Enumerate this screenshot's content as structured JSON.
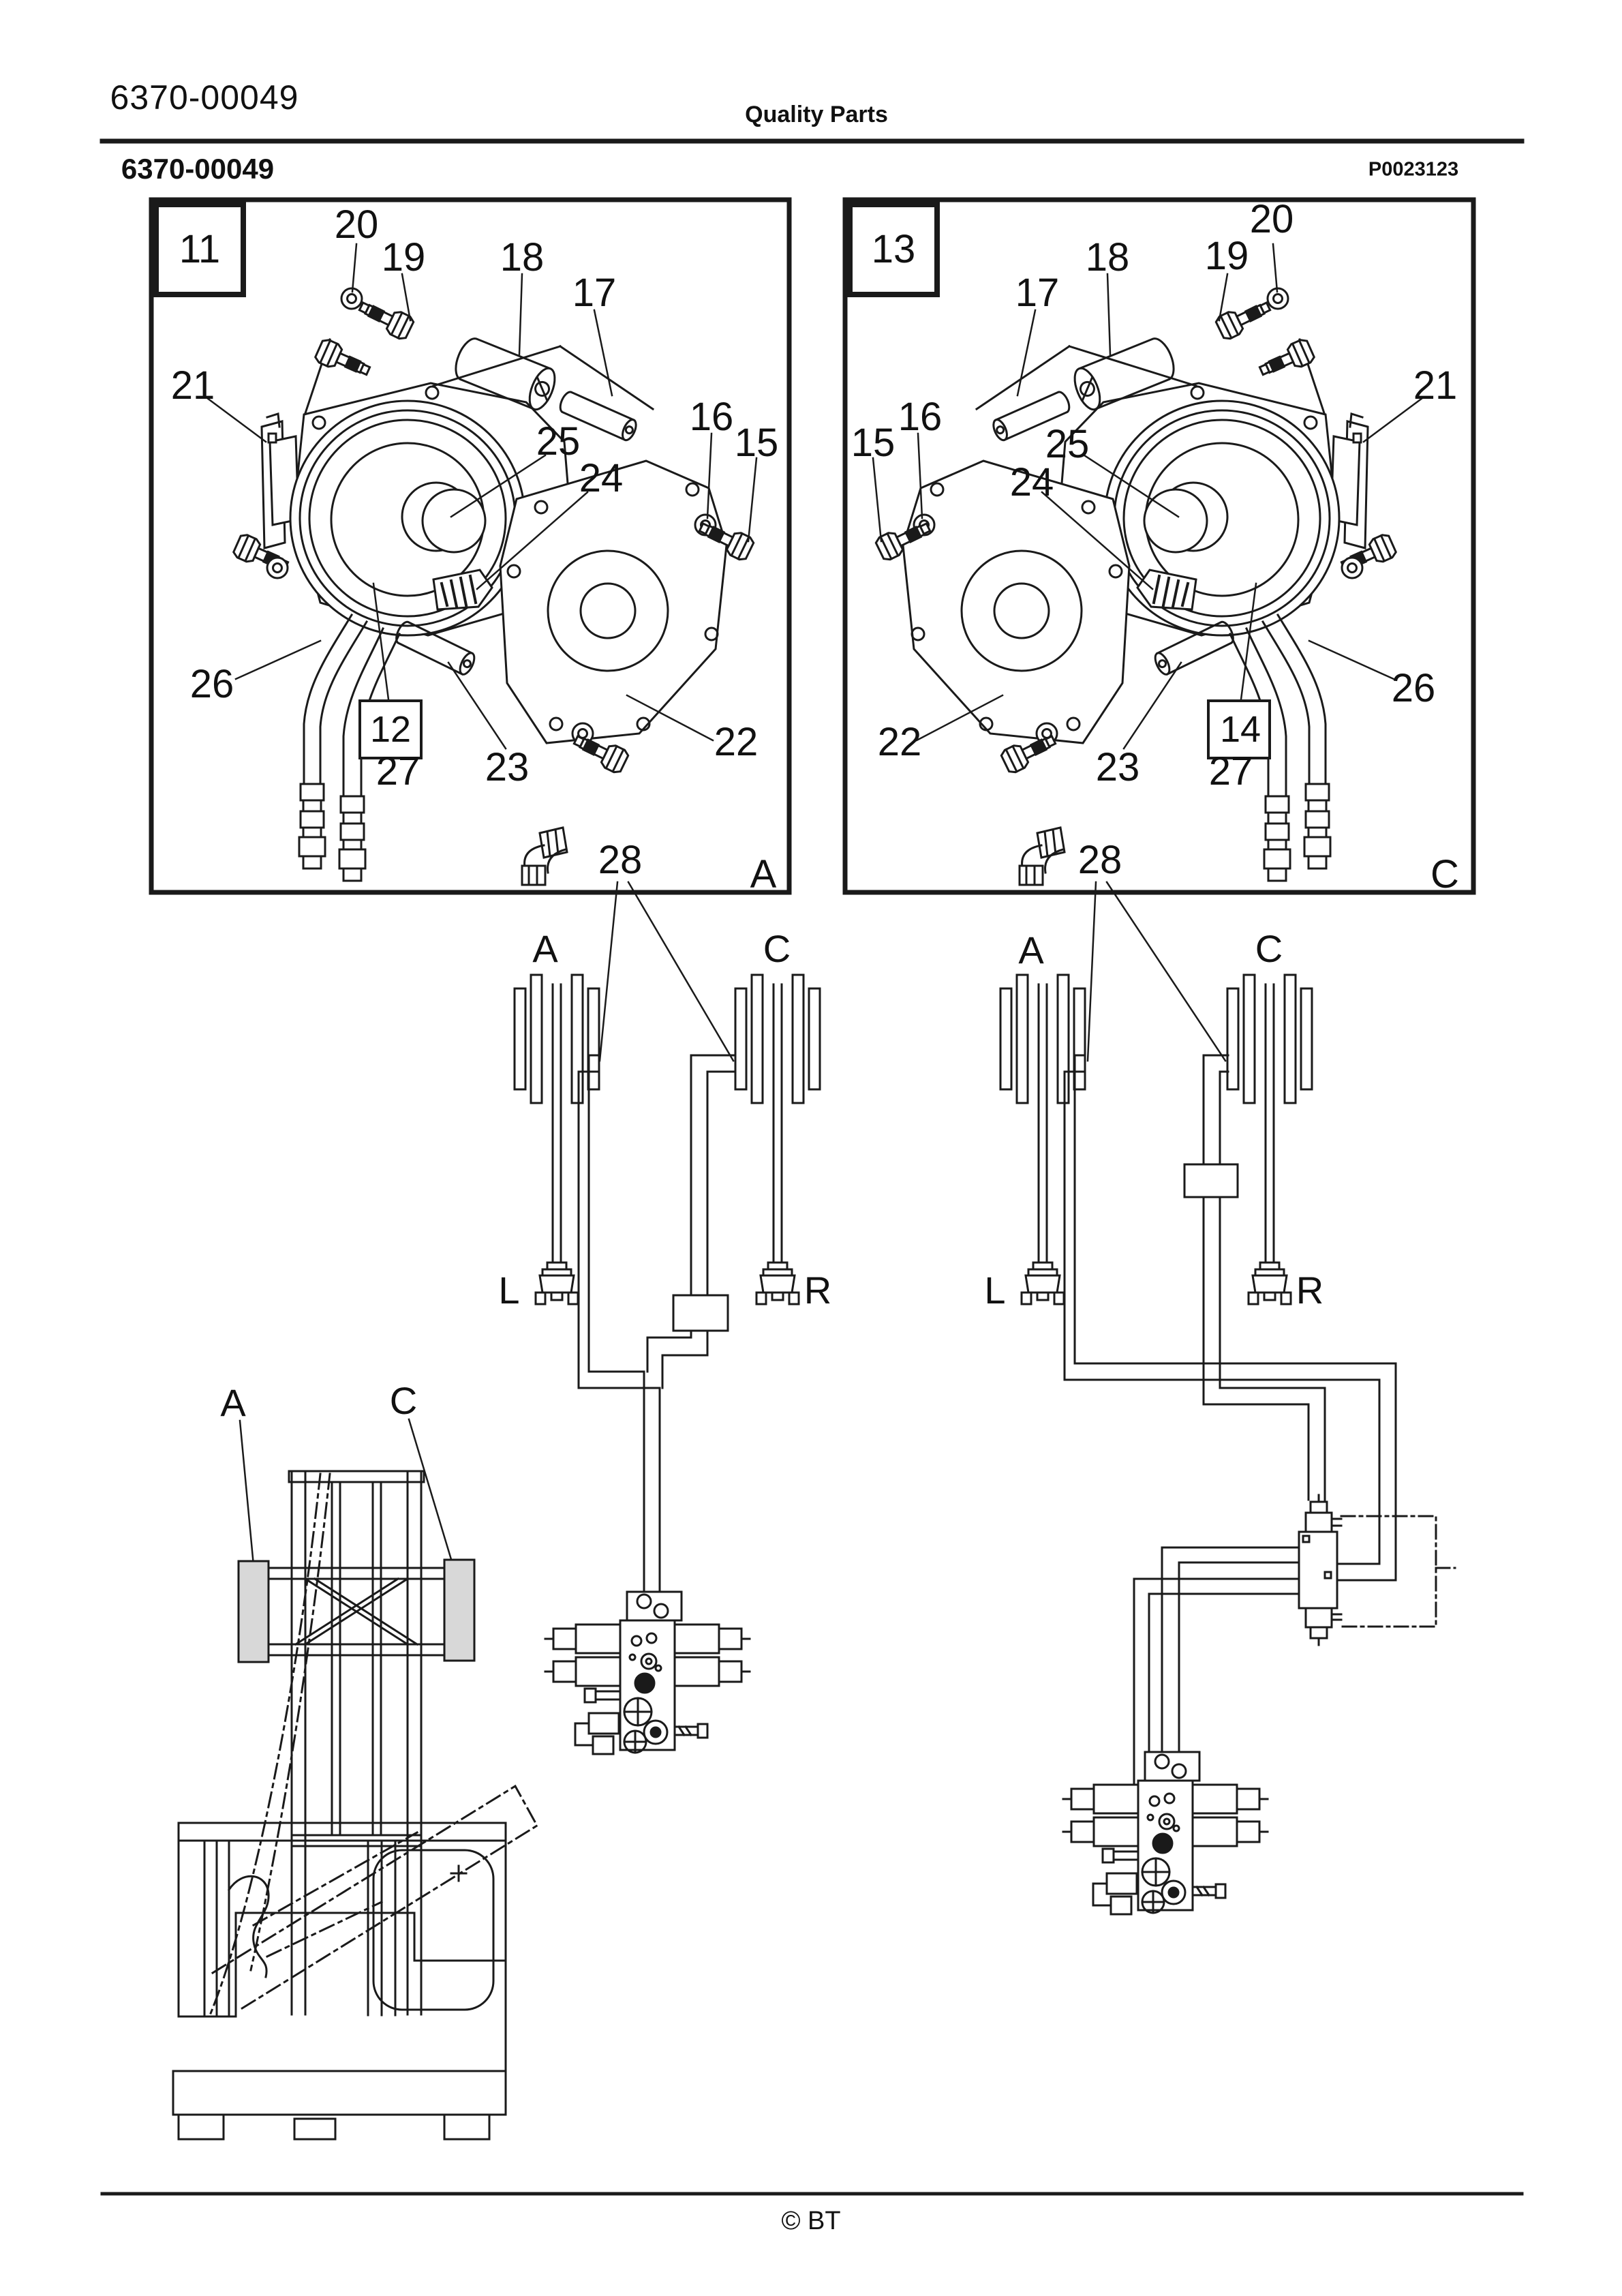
{
  "page": {
    "doc_number_top": "6370-00049",
    "header_title": "Quality Parts",
    "doc_number_section": "6370-00049",
    "figure_code": "P0023123",
    "copyright": "© BT"
  },
  "panel_left": {
    "view_number": "11",
    "sub_view_number": "12",
    "corner_letter": "A",
    "callouts": {
      "c15": "15",
      "c16": "16",
      "c17": "17",
      "c18": "18",
      "c19": "19",
      "c20": "20",
      "c21": "21",
      "c22": "22",
      "c23": "23",
      "c24": "24",
      "c25": "25",
      "c26": "26",
      "c27": "27",
      "c28": "28"
    }
  },
  "panel_right": {
    "view_number": "13",
    "sub_view_number": "14",
    "corner_letter": "C",
    "callouts": {
      "c15": "15",
      "c16": "16",
      "c17": "17",
      "c18": "18",
      "c19": "19",
      "c20": "20",
      "c21": "21",
      "c22": "22",
      "c23": "23",
      "c24": "24",
      "c25": "25",
      "c26": "26",
      "c27": "27",
      "c28": "28"
    }
  },
  "routing_left": {
    "reel_a": "A",
    "reel_c": "C",
    "coupler_l": "L",
    "coupler_r": "R"
  },
  "routing_right": {
    "reel_a": "A",
    "reel_c": "C",
    "coupler_l": "L",
    "coupler_r": "R"
  },
  "mast_view": {
    "label_a": "A",
    "label_c": "C"
  }
}
